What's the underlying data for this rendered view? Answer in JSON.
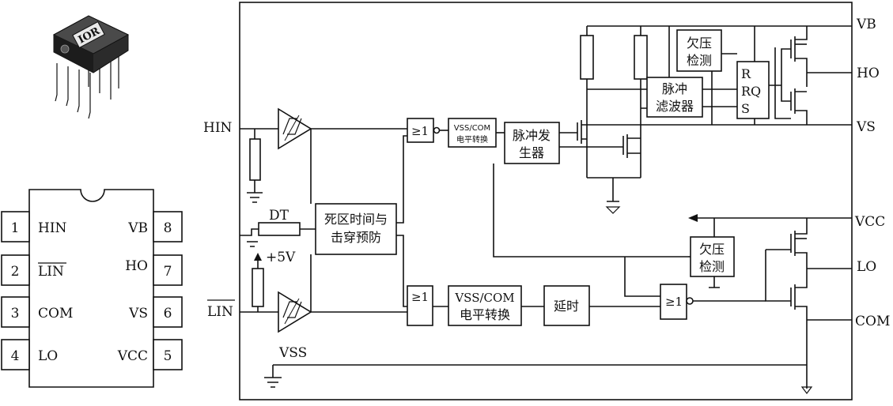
{
  "package": {
    "chip_marking": "IOR",
    "pins": [
      {
        "num": "1",
        "name": "HIN"
      },
      {
        "num": "2",
        "name": "LIN",
        "overline": true
      },
      {
        "num": "3",
        "name": "COM"
      },
      {
        "num": "4",
        "name": "LO"
      },
      {
        "num": "8",
        "name": "VB"
      },
      {
        "num": "7",
        "name": "HO"
      },
      {
        "num": "6",
        "name": "VS"
      },
      {
        "num": "5",
        "name": "VCC"
      }
    ]
  },
  "diagram": {
    "inputs": {
      "hin": "HIN",
      "lin": "LIN"
    },
    "outputs": {
      "vb": "VB",
      "ho": "HO",
      "vs": "VS",
      "vcc": "VCC",
      "lo": "LO",
      "com": "COM"
    },
    "labels": {
      "dt": "DT",
      "plus5v": "+5V",
      "vss": "VSS"
    },
    "blocks": {
      "deadtime": [
        "死区时间与",
        "击穿预防"
      ],
      "level_shift_small": [
        "VSS/COM",
        "电平转换"
      ],
      "level_shift_big": [
        "VSS/COM",
        "电平转换"
      ],
      "pulse_gen": [
        "脉冲发",
        "生器"
      ],
      "pulse_filter": [
        "脉冲",
        "滤波器"
      ],
      "uv_high": [
        "欠压",
        "检测"
      ],
      "uv_low": [
        "欠压",
        "检测"
      ],
      "rs_latch": [
        "R",
        "RQ",
        "S"
      ],
      "delay": "延时",
      "gate_or_top": "≥1",
      "gate_or_bottom": "≥1",
      "gate_or_right": "≥1"
    }
  }
}
